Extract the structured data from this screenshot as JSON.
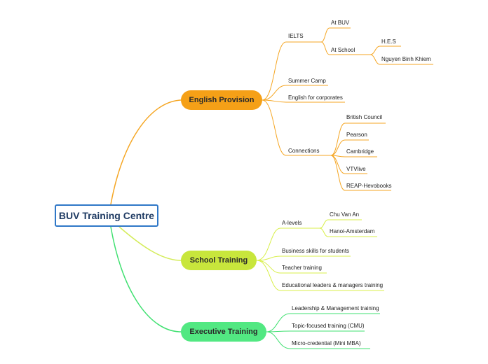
{
  "root": "BUV Training Centre",
  "branches": [
    {
      "label": "English Provision",
      "color": "#f59a12",
      "children": [
        {
          "label": "IELTS",
          "children": [
            {
              "label": "At BUV"
            },
            {
              "label": "At School",
              "children": [
                {
                  "label": "H.E.S"
                },
                {
                  "label": "Nguyen Binh  Khiem"
                }
              ]
            }
          ]
        },
        {
          "label": "Summer Camp"
        },
        {
          "label": "English for corporates"
        },
        {
          "label": "Connections",
          "children": [
            {
              "label": "British Council"
            },
            {
              "label": "Pearson"
            },
            {
              "label": "Cambridge"
            },
            {
              "label": "VTVlive"
            },
            {
              "label": "REAP-Hevobooks"
            }
          ]
        }
      ]
    },
    {
      "label": "School Training",
      "color": "#c8e63c",
      "children": [
        {
          "label": "A-levels",
          "children": [
            {
              "label": "Chu Van An"
            },
            {
              "label": "Hanoi-Amsterdam"
            }
          ]
        },
        {
          "label": "Business skills for students"
        },
        {
          "label": "Teacher training"
        },
        {
          "label": "Educational leaders & managers training"
        }
      ]
    },
    {
      "label": "Executive Training",
      "color": "#2fe06a",
      "children": [
        {
          "label": "Leadership &  Management training"
        },
        {
          "label": "Topic-focused training (CMU)"
        },
        {
          "label": "Micro-credential (Mini MBA)"
        }
      ]
    }
  ]
}
